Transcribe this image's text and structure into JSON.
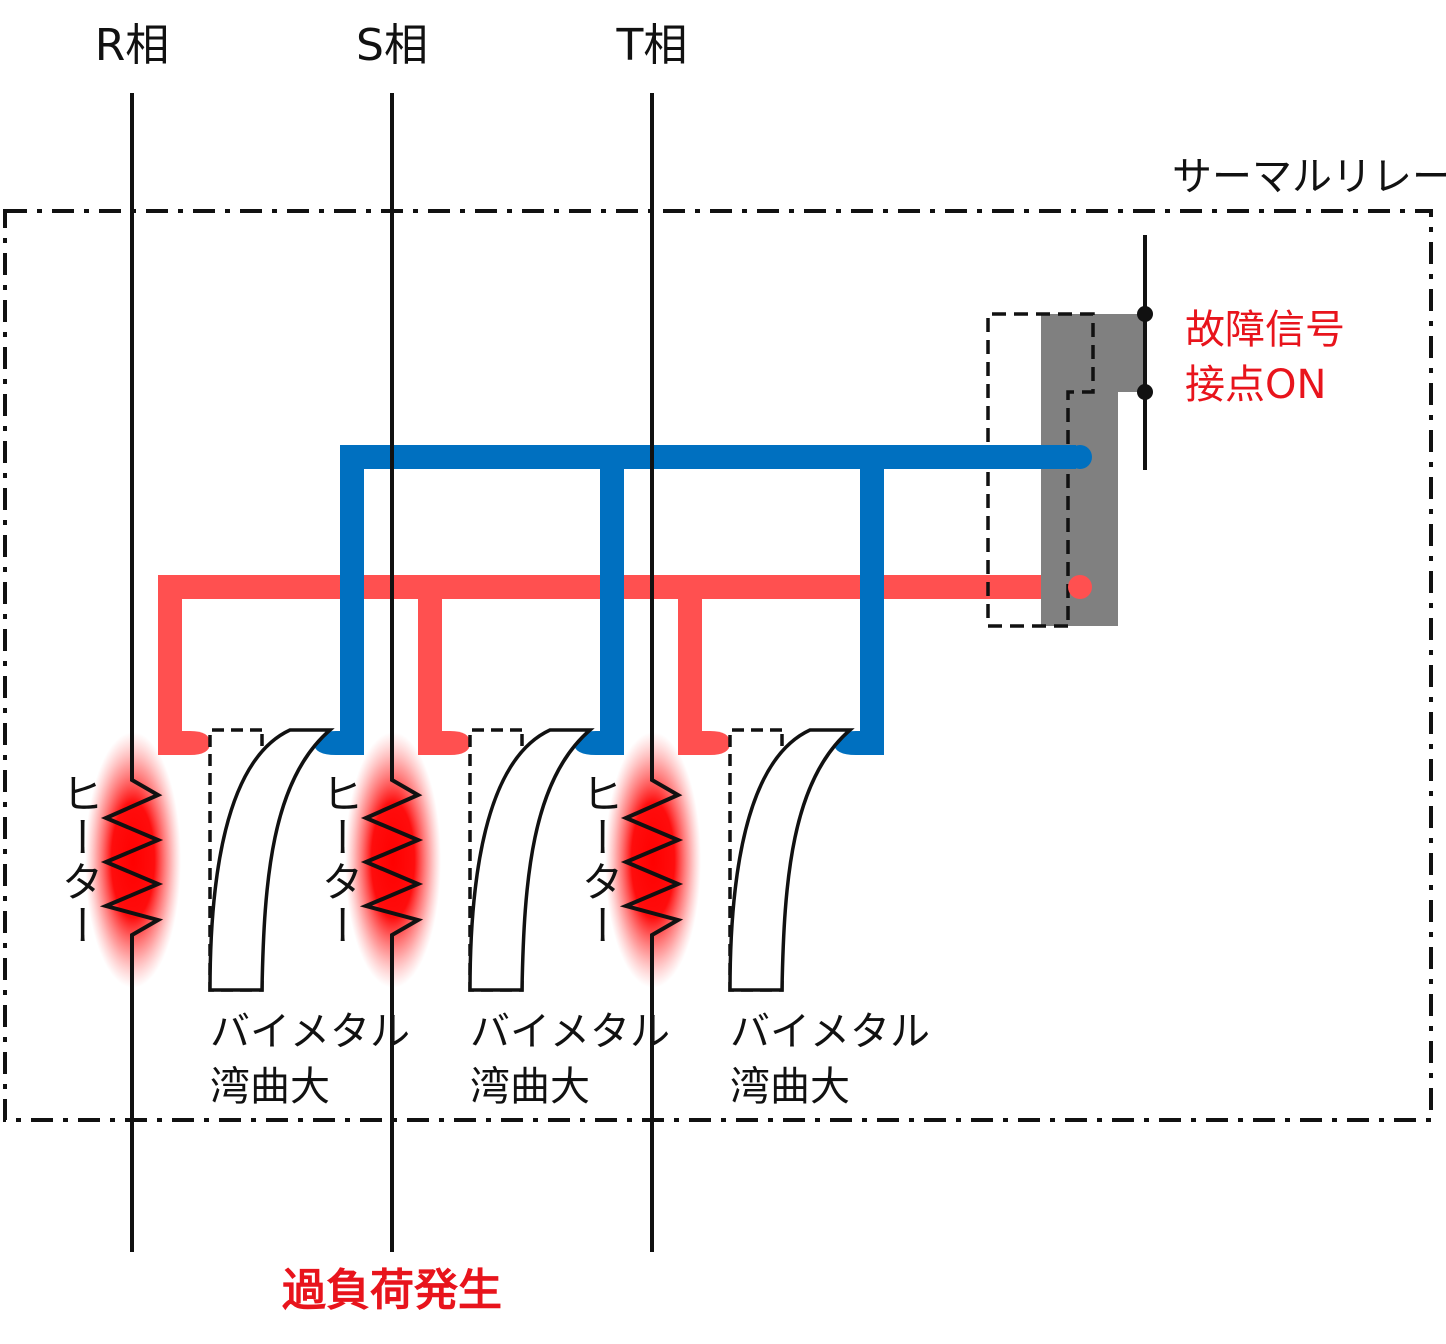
{
  "phases": [
    {
      "label": "R相",
      "heated": true
    },
    {
      "label": "S相",
      "heated": true
    },
    {
      "label": "T相",
      "heated": true
    }
  ],
  "relay_label": "サーマルリレー",
  "fault_signal": {
    "line1": "故障信号",
    "line2": "接点ON"
  },
  "heater_label": "ヒーター",
  "bimetal": {
    "line1": "バイメタル",
    "line2": "湾曲大"
  },
  "overload_label": "過負荷発生",
  "colors": {
    "red_bar": "#ff5050",
    "blue_bar": "#0070c0",
    "contact_block": "#808080",
    "heat_glow": "#ff0000",
    "alert_text": "#e8141c"
  }
}
